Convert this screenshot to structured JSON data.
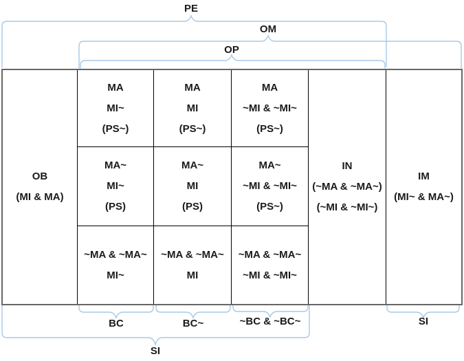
{
  "diagram": {
    "brace_labels": {
      "pe": "PE",
      "om": "OM",
      "op": "OP",
      "bc": "BC",
      "bc_tilde": "BC~",
      "nbc_nbct": "~BC & ~BC~",
      "si_right": "SI",
      "si_bottom": "SI"
    },
    "colors": {
      "brace": "#a6c9e8",
      "border_outer": "#666666",
      "border_inner": "#000000",
      "text": "#1a1a1a",
      "background": "#ffffff"
    },
    "table": {
      "ob": {
        "lines": [
          "OB",
          "(MI & MA)"
        ]
      },
      "r1c2": {
        "lines": [
          "MA",
          "MI~",
          "(PS~)"
        ]
      },
      "r1c3": {
        "lines": [
          "MA",
          "MI",
          "(PS~)"
        ]
      },
      "r1c4": {
        "lines": [
          "MA",
          "~MI & ~MI~",
          "(PS~)"
        ]
      },
      "r2c2": {
        "lines": [
          "MA~",
          "MI~",
          "(PS)"
        ]
      },
      "r2c3": {
        "lines": [
          "MA~",
          "MI",
          "(PS)"
        ]
      },
      "r2c4": {
        "lines": [
          "MA~",
          "~MI & ~MI~",
          "(PS~)"
        ]
      },
      "r3c2": {
        "lines": [
          "~MA & ~MA~",
          "MI~"
        ]
      },
      "r3c3": {
        "lines": [
          "~MA & ~MA~",
          "MI"
        ]
      },
      "r3c4": {
        "lines": [
          "~MA & ~MA~",
          "~MI & ~MI~"
        ]
      },
      "in": {
        "lines": [
          "IN",
          "(~MA & ~MA~)",
          "(~MI & ~MI~)"
        ]
      },
      "im": {
        "lines": [
          "IM",
          "(MI~ & MA~)"
        ]
      }
    }
  }
}
